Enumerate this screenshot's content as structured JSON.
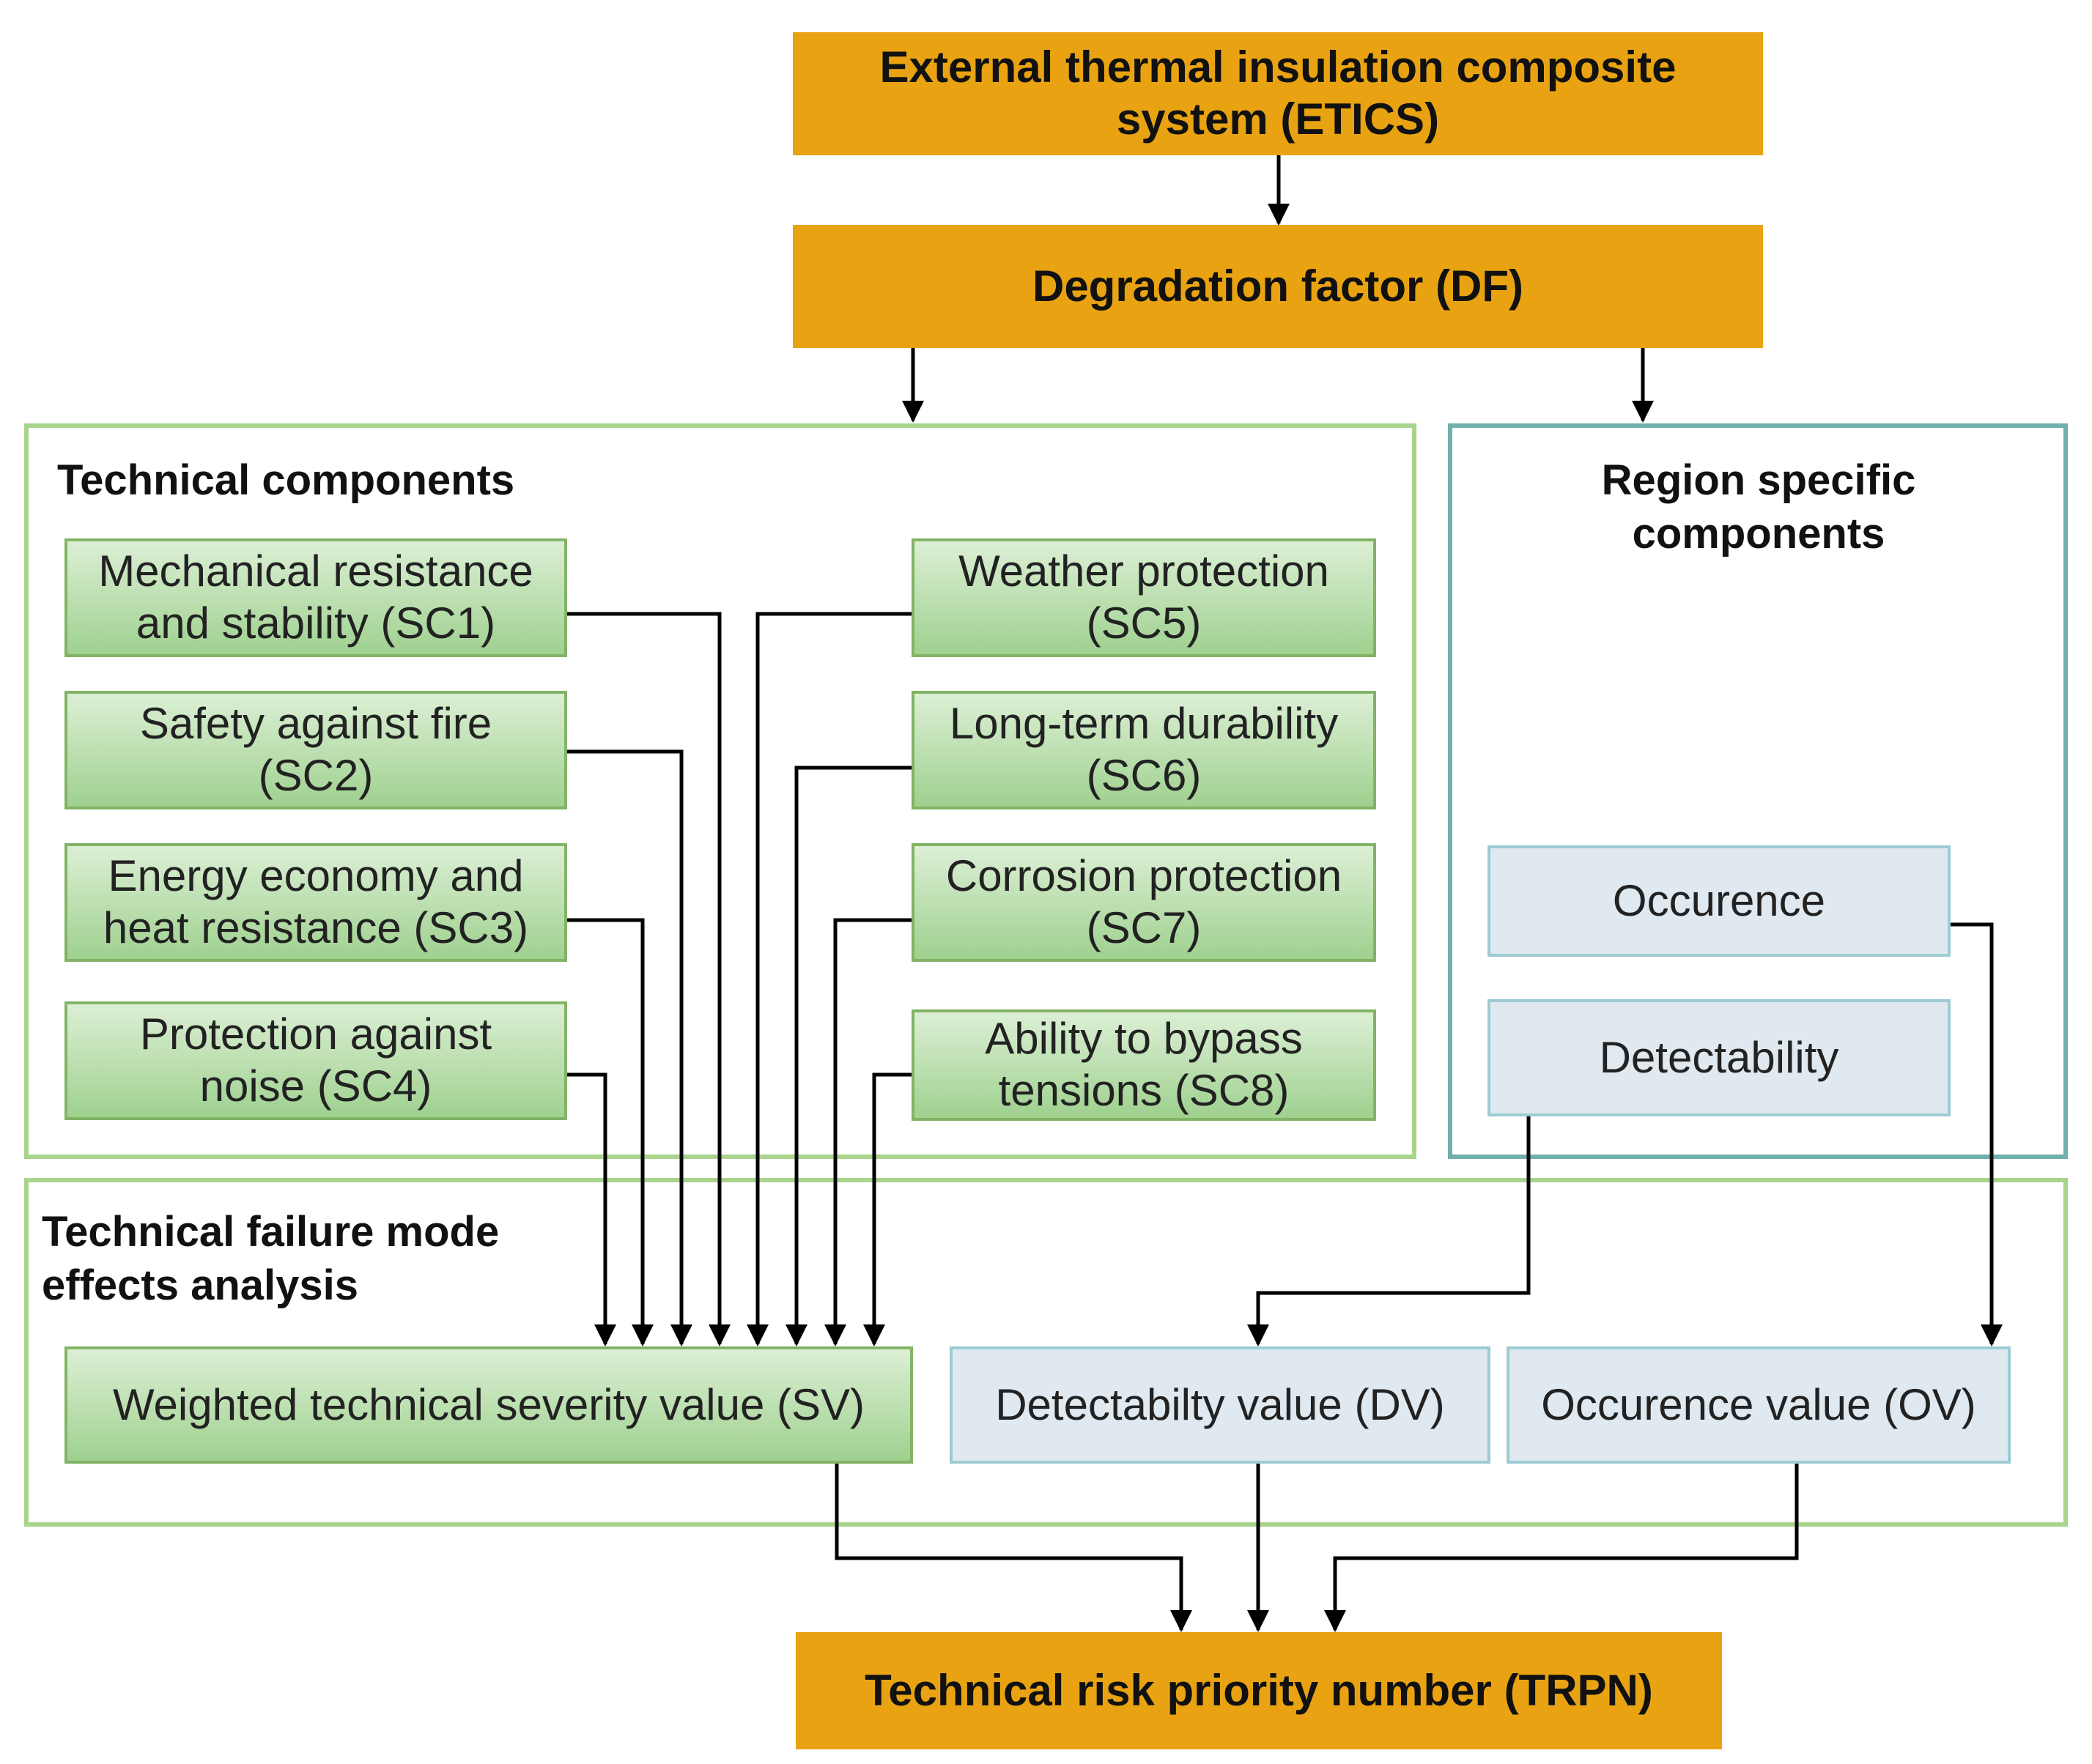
{
  "top": {
    "etics": "External thermal insulation composite system (ETICS)",
    "df": "Degradation factor (DF)"
  },
  "technical": {
    "heading": "Technical components",
    "left": [
      "Mechanical resistance and stability (SC1)",
      "Safety against fire (SC2)",
      "Energy economy and heat resistance (SC3)",
      "Protection against noise (SC4)"
    ],
    "right": [
      "Weather protection (SC5)",
      "Long-term durability (SC6)",
      "Corrosion protection (SC7)",
      "Ability to bypass tensions (SC8)"
    ]
  },
  "region": {
    "heading": "Region specific components",
    "occurence": "Occurence",
    "detectability": "Detectability"
  },
  "fmea": {
    "heading": "Technical failure mode effects analysis",
    "sv": "Weighted technical severity value (SV)",
    "dv": "Detectabilty value (DV)",
    "ov": "Occurence value (OV)"
  },
  "result": {
    "trpn": "Technical risk priority number (TRPN)"
  },
  "colors": {
    "orange": "#E9A312",
    "green_border": "#82b366",
    "green_frame": "#a9d48c",
    "teal_frame": "#6fb0ad",
    "blue_fill": "#dfe9ef"
  }
}
